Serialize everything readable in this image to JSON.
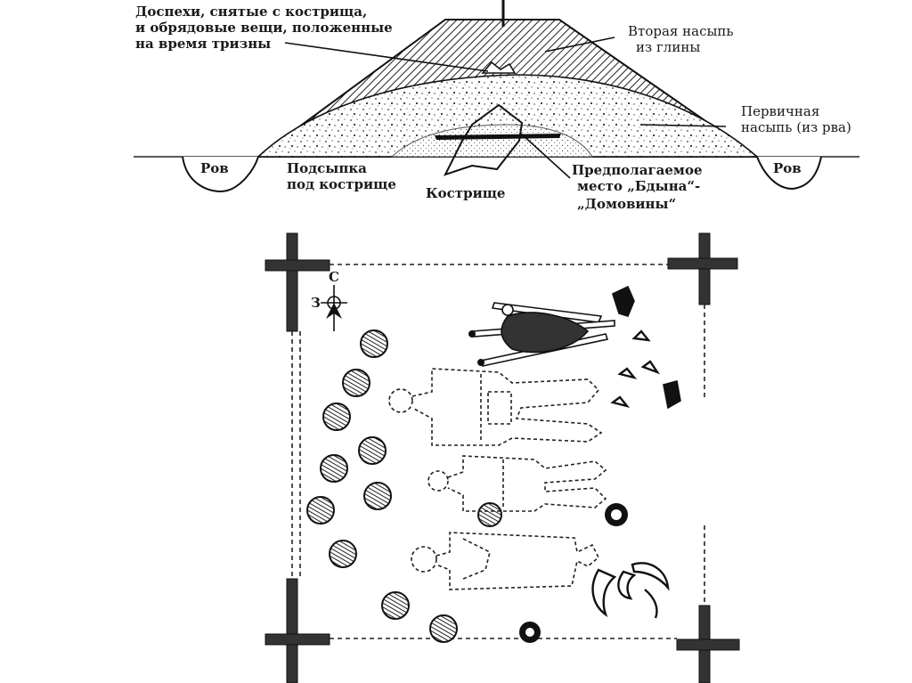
{
  "labels": {
    "armor": [
      "Доспехи, снятые с кострища,",
      "и обрядовые вещи, положенные",
      "на время тризны"
    ],
    "second_mound": [
      "Вторая насыпь",
      "из глины"
    ],
    "primary_mound": [
      "Первичная",
      "насыпь  (из рва)"
    ],
    "ditch_left": "Ров",
    "ditch_right": "Ров",
    "fill_under_pyre": [
      "Подсыпка",
      "под кострище"
    ],
    "pyre": "Кострище",
    "presumed_place": [
      "Предполагаемое",
      "место „Бдына“-",
      "„Домовины“"
    ],
    "compass_north": "С",
    "compass_west": "З"
  },
  "colors": {
    "ink": "#1a1a1a",
    "background": "#ffffff"
  }
}
